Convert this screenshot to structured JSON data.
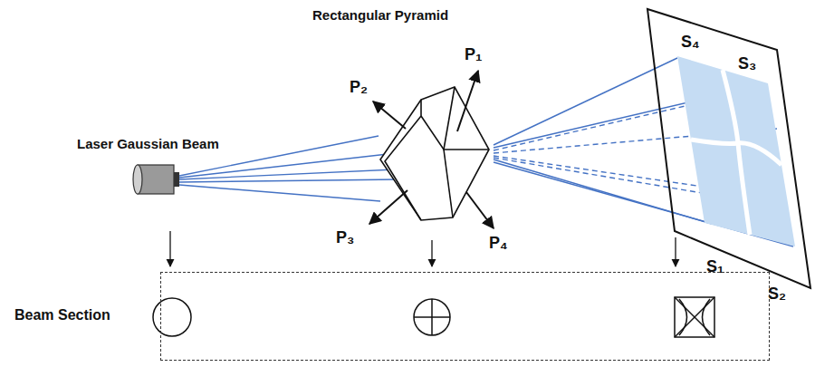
{
  "diagram": {
    "nodes": [
      {
        "text": [
          "Beam Section"
        ]
      }
    ],
    "labels": [
      "Laser Gaussian Beam",
      "Rectangular Pyramid",
      "P₁",
      "P₂",
      "P₃",
      "P₄",
      "S₄",
      "S₃",
      "S₁",
      "S₂"
    ]
  }
}
